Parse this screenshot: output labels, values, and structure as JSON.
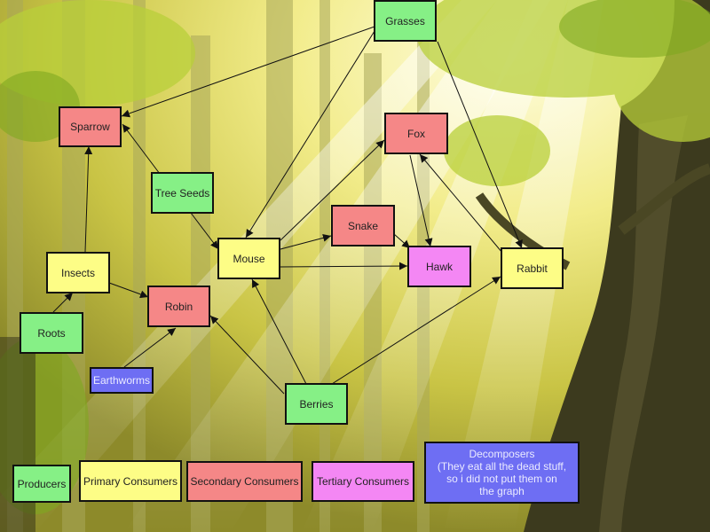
{
  "nodes": {
    "grasses": {
      "label": "Grasses"
    },
    "sparrow": {
      "label": "Sparrow"
    },
    "fox": {
      "label": "Fox"
    },
    "tree_seeds": {
      "label": "Tree Seeds"
    },
    "snake": {
      "label": "Snake"
    },
    "mouse": {
      "label": "Mouse"
    },
    "hawk": {
      "label": "Hawk"
    },
    "rabbit": {
      "label": "Rabbit"
    },
    "insects": {
      "label": "Insects"
    },
    "robin": {
      "label": "Robin"
    },
    "roots": {
      "label": "Roots"
    },
    "earthworms": {
      "label": "Earthworms"
    },
    "berries": {
      "label": "Berries"
    }
  },
  "legend": {
    "producers": "Producers",
    "primary": "Primary Consumers",
    "secondary": "Secondary Consumers",
    "tertiary": "Tertiary Consumers",
    "decomposers": "Decomposers\n(They eat all the dead stuff,\nso i did not put them on\nthe graph"
  },
  "colors": {
    "producer": "#86f086",
    "primary": "#fdfd86",
    "secondary": "#f58787",
    "tertiary": "#f487f4",
    "decomposer": "#6e6ef3"
  }
}
